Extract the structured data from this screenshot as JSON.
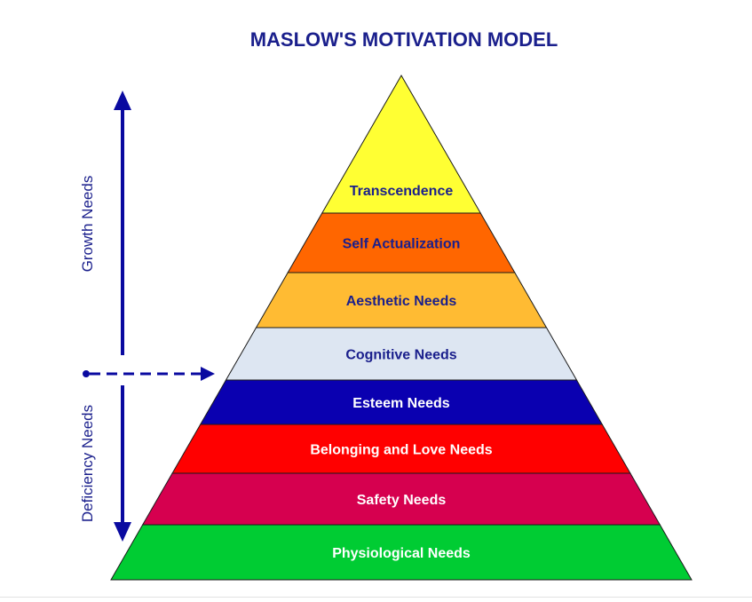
{
  "title": "MASLOW'S MOTIVATION MODEL",
  "side_labels": {
    "growth": "Growth Needs",
    "deficiency": "Deficiency Needs"
  },
  "levels": [
    {
      "label": "Transcendence",
      "fill": "#ffff33",
      "text_color": "#1a1f8c"
    },
    {
      "label": "Self Actualization",
      "fill": "#ff6600",
      "text_color": "#1a1f8c"
    },
    {
      "label": "Aesthetic Needs",
      "fill": "#ffbb33",
      "text_color": "#1a1f8c"
    },
    {
      "label": "Cognitive Needs",
      "fill": "#dde6f2",
      "text_color": "#1a1f8c"
    },
    {
      "label": "Esteem Needs",
      "fill": "#0a00b0",
      "text_color": "#ffffff"
    },
    {
      "label": "Belonging and Love Needs",
      "fill": "#ff0000",
      "text_color": "#ffffff"
    },
    {
      "label": "Safety Needs",
      "fill": "#d6004f",
      "text_color": "#ffffff"
    },
    {
      "label": "Physiological Needs",
      "fill": "#00cc33",
      "text_color": "#ffffff"
    }
  ],
  "colors": {
    "arrow": "#0a0aa0",
    "title": "#1a1f8c",
    "outline": "#1a1a1a"
  }
}
